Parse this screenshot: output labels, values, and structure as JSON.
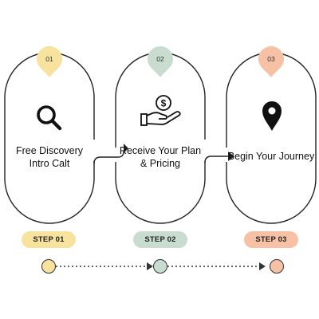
{
  "steps": [
    {
      "number": "01",
      "title": "Free Discovery Intro Calt",
      "pill": "STEP 01",
      "color": "#f7e29e",
      "icon": "search-icon"
    },
    {
      "number": "02",
      "title": "Receive Your Plan & Pricing",
      "pill": "STEP 02",
      "color": "#c8ddd0",
      "icon": "hand-money-icon"
    },
    {
      "number": "03",
      "title": "Begin Your Journey",
      "pill": "STEP 03",
      "color": "#f7c1a6",
      "icon": "location-pin-icon"
    }
  ],
  "colors": {
    "outline": "#222222",
    "dots": "#333333"
  }
}
